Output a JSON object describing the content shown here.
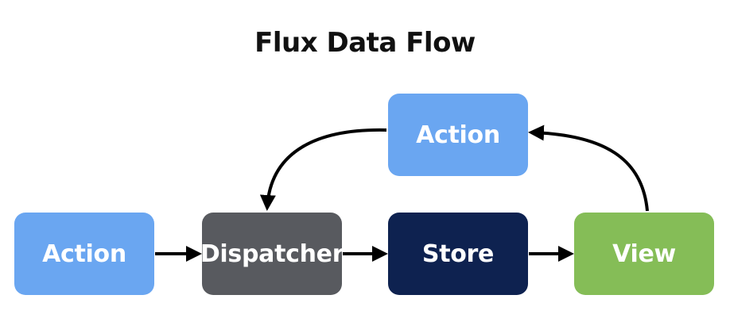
{
  "title": "Flux Data Flow",
  "nodes": {
    "action_left": {
      "label": "Action",
      "color": "#6aa6f1"
    },
    "dispatcher": {
      "label": "Dispatcher",
      "color": "#585a5f"
    },
    "store": {
      "label": "Store",
      "color": "#0e2250"
    },
    "view": {
      "label": "View",
      "color": "#85bd57"
    },
    "action_top": {
      "label": "Action",
      "color": "#6aa6f1"
    }
  },
  "edges": [
    {
      "from": "Action",
      "to": "Dispatcher"
    },
    {
      "from": "Dispatcher",
      "to": "Store"
    },
    {
      "from": "Store",
      "to": "View"
    },
    {
      "from": "View",
      "to": "Action"
    },
    {
      "from": "Action",
      "to": "Dispatcher"
    }
  ],
  "colors": {
    "arrow": "#000000",
    "title": "#111111"
  }
}
